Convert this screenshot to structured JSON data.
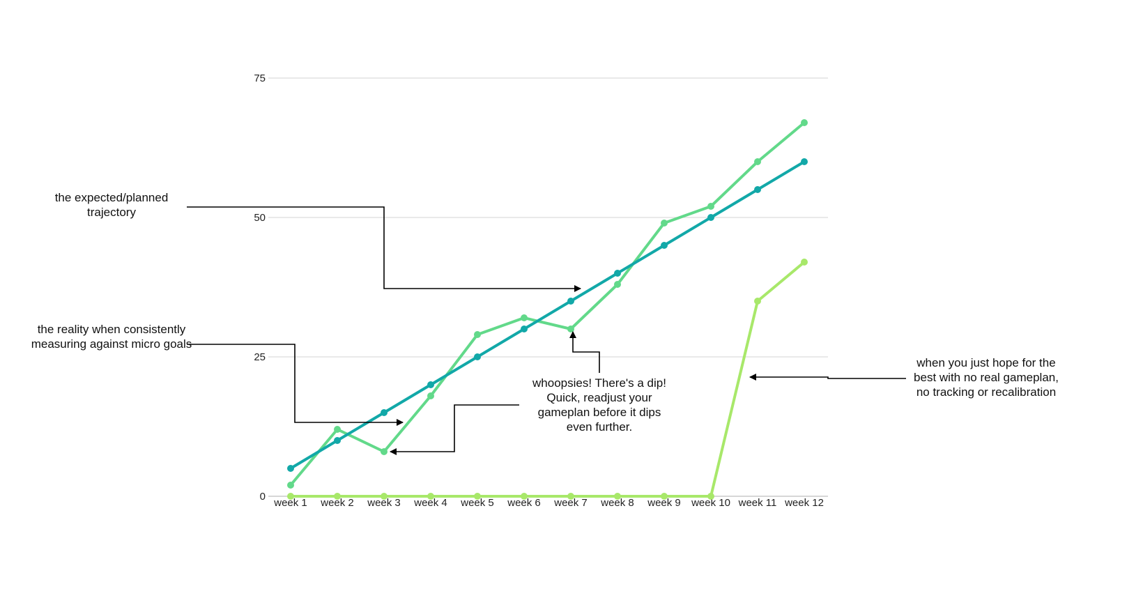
{
  "chart_data": {
    "type": "line",
    "title": "",
    "xlabel": "",
    "ylabel": "",
    "categories": [
      "week 1",
      "week 2",
      "week 3",
      "week 4",
      "week 5",
      "week 6",
      "week 7",
      "week 8",
      "week 9",
      "week 10",
      "week 11",
      "week 12"
    ],
    "ylim": [
      0,
      75
    ],
    "yticks": [
      0,
      25,
      50,
      75
    ],
    "grid": true,
    "series": [
      {
        "values": [
          5,
          10,
          15,
          20,
          25,
          30,
          35,
          40,
          45,
          50,
          55,
          60
        ],
        "color": "#12a8a8"
      },
      {
        "values": [
          2,
          12,
          8,
          18,
          29,
          32,
          30,
          38,
          49,
          52,
          60,
          67
        ],
        "color": "#62d98a"
      },
      {
        "values": [
          0,
          0,
          0,
          0,
          0,
          0,
          0,
          0,
          0,
          0,
          35,
          42
        ],
        "color": "#a8e86a"
      }
    ],
    "annotations": [
      {
        "text": "the expected/planned trajectory"
      },
      {
        "text": "the reality when consistently measuring against micro goals"
      },
      {
        "text": "whoopsies! There's a dip! Quick, readjust your gameplan before it dips even further."
      },
      {
        "text": "when you just hope for the best with no real gameplan, no tracking or recalibration"
      }
    ]
  }
}
